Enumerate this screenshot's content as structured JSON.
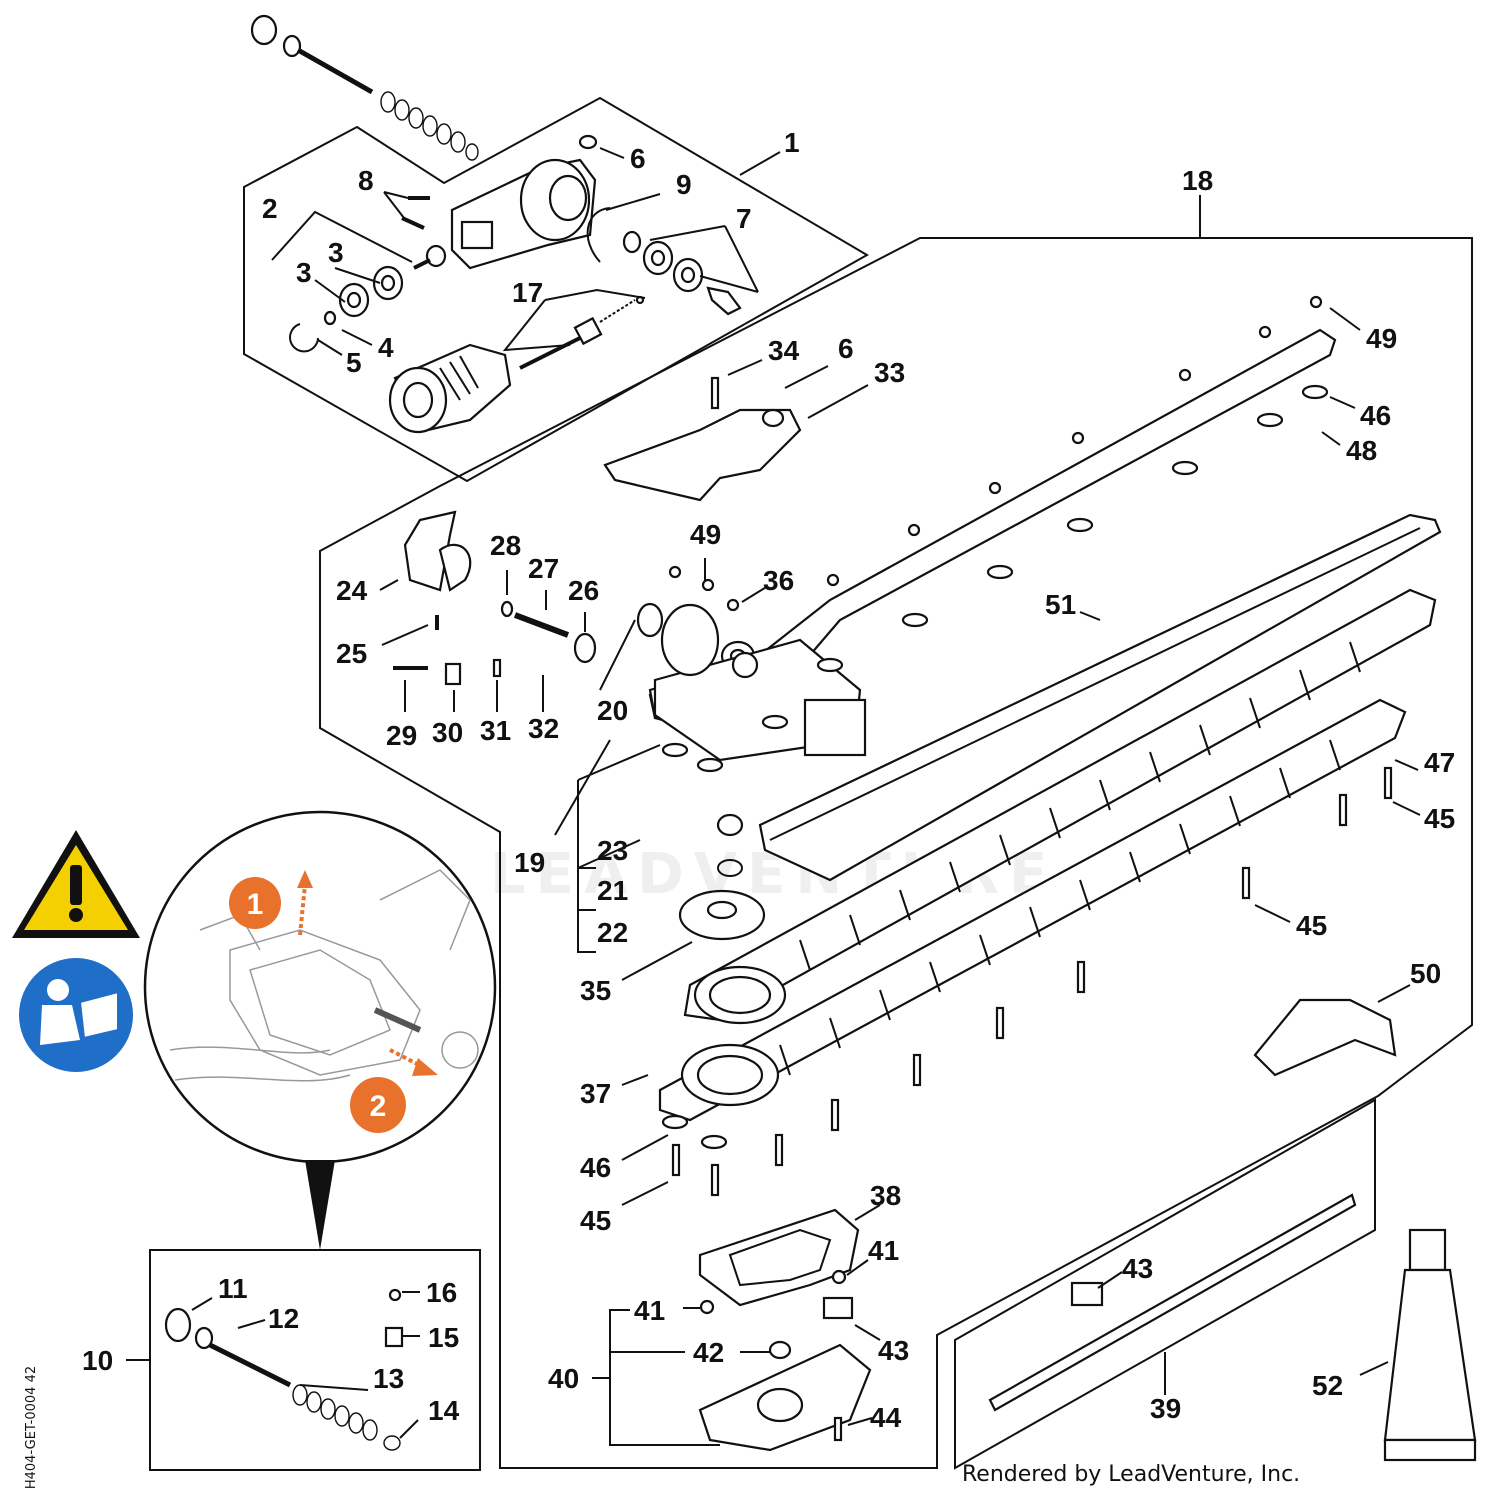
{
  "callouts": {
    "n1": "1",
    "n2": "2",
    "n3a": "3",
    "n3b": "3",
    "n4": "4",
    "n5": "5",
    "n6a": "6",
    "n6b": "6",
    "n7": "7",
    "n8": "8",
    "n9": "9",
    "n10": "10",
    "n11": "11",
    "n12": "12",
    "n13": "13",
    "n14": "14",
    "n15": "15",
    "n16": "16",
    "n17": "17",
    "n18": "18",
    "n19": "19",
    "n20": "20",
    "n21": "21",
    "n22": "22",
    "n23": "23",
    "n24": "24",
    "n25": "25",
    "n26": "26",
    "n27": "27",
    "n28": "28",
    "n29": "29",
    "n30": "30",
    "n31": "31",
    "n32": "32",
    "n33": "33",
    "n34": "34",
    "n35": "35",
    "n36": "36",
    "n37": "37",
    "n38": "38",
    "n39": "39",
    "n40": "40",
    "n41a": "41",
    "n41b": "41",
    "n42": "42",
    "n43a": "43",
    "n43b": "43",
    "n44": "44",
    "n45a": "45",
    "n45b": "45",
    "n45c": "45",
    "n46a": "46",
    "n46b": "46",
    "n47": "47",
    "n48": "48",
    "n49a": "49",
    "n49b": "49",
    "n50": "50",
    "n51": "51",
    "n52": "52"
  },
  "steps": {
    "step1": "1",
    "step2": "2"
  },
  "credit": "Rendered by LeadVenture, Inc.",
  "doc_id": "H404-GET-0004",
  "doc_rev": "42",
  "watermark": "LEADVENTURE",
  "icons": [
    "warning-triangle-icon",
    "read-manual-icon"
  ],
  "colors": {
    "warning_yellow": "#f5d000",
    "manual_blue": "#1f6fc8",
    "step_orange": "#e8722c",
    "ink": "#111111"
  }
}
